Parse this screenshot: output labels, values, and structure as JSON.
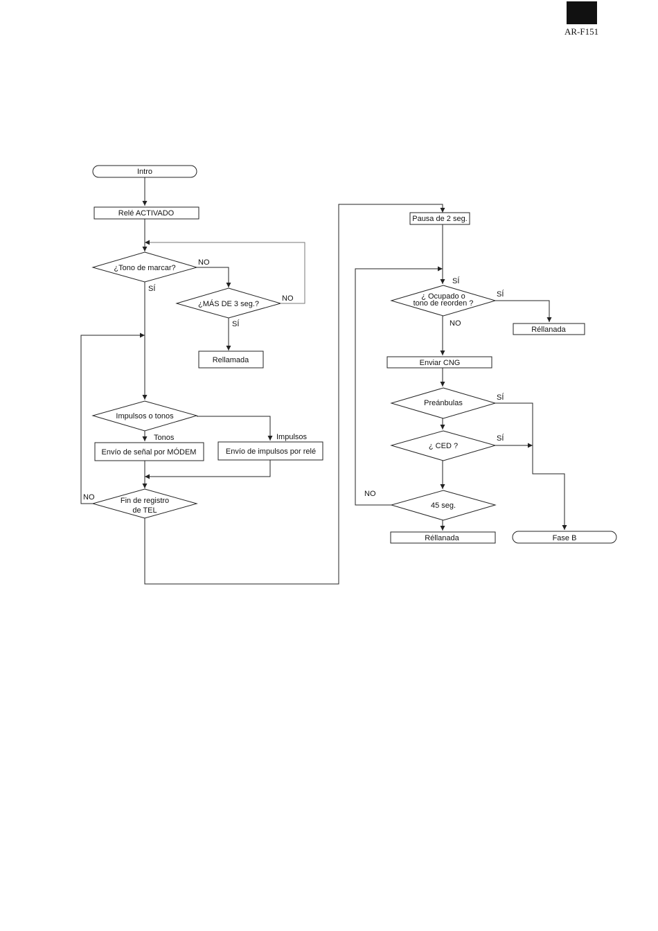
{
  "header": {
    "model_code": "AR-F151"
  },
  "flowchart": {
    "start": "Intro",
    "relay_on": "Relé ACTIVADO",
    "dial_tone_q": "¿Tono de marcar?",
    "more_than_3s_q": "¿MÁS DE 3 seg.?",
    "redial_left": "Rellamada",
    "pulse_or_tone_q": "Impulsos o tonos",
    "modem_send": "Envío de señal por MÓDEM",
    "relay_pulse_send": "Envío de impulsos por relé",
    "end_tel_reg_line1": "Fin de registro",
    "end_tel_reg_line2": "de TEL",
    "pause_2s": "Pausa de 2 seg.",
    "busy_q_line1": "¿ Ocupado o",
    "busy_q_line2": "tono de reorden ?",
    "redial_right_top": "Réllanada",
    "send_cng": "Enviar CNG",
    "preamble_q": "Preánbulas",
    "ced_q": "¿ CED ?",
    "wait_45s_q": "45 seg.",
    "redial_right_bottom": "Réllanada",
    "phase_b": "Fase B"
  },
  "labels": {
    "yes": "SÍ",
    "no": "NO",
    "tones": "Tonos",
    "pulses": "Impulsos"
  }
}
